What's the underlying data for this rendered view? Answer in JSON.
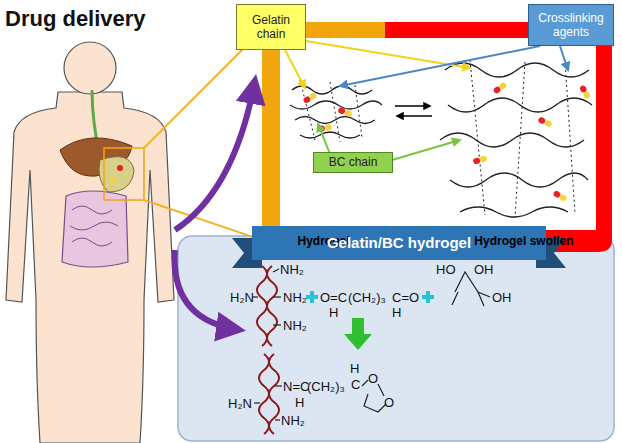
{
  "diagram": {
    "title": "Drug delivery",
    "nodes": [
      {
        "text": [
          "Gelatin chain"
        ]
      },
      {
        "text": [
          "Crosslinking agents"
        ]
      },
      {
        "text": [
          "Hydrogel"
        ]
      },
      {
        "text": [
          "Hydrogel swollen"
        ]
      },
      {
        "text": [
          "BC chain"
        ]
      },
      {
        "text": [
          "Gelatin/BC hydrogel"
        ]
      }
    ],
    "labels": [
      "NH₂",
      "H₂N",
      "NH₂",
      "NH₂",
      "O=C",
      "(CH₂)₃",
      "C=O",
      "H",
      "H",
      "HO",
      "OH",
      "OH",
      "N=C",
      "H",
      "(CH₂)₃",
      "H",
      "C",
      "O",
      "O",
      "H₂N",
      "NH₂"
    ]
  }
}
